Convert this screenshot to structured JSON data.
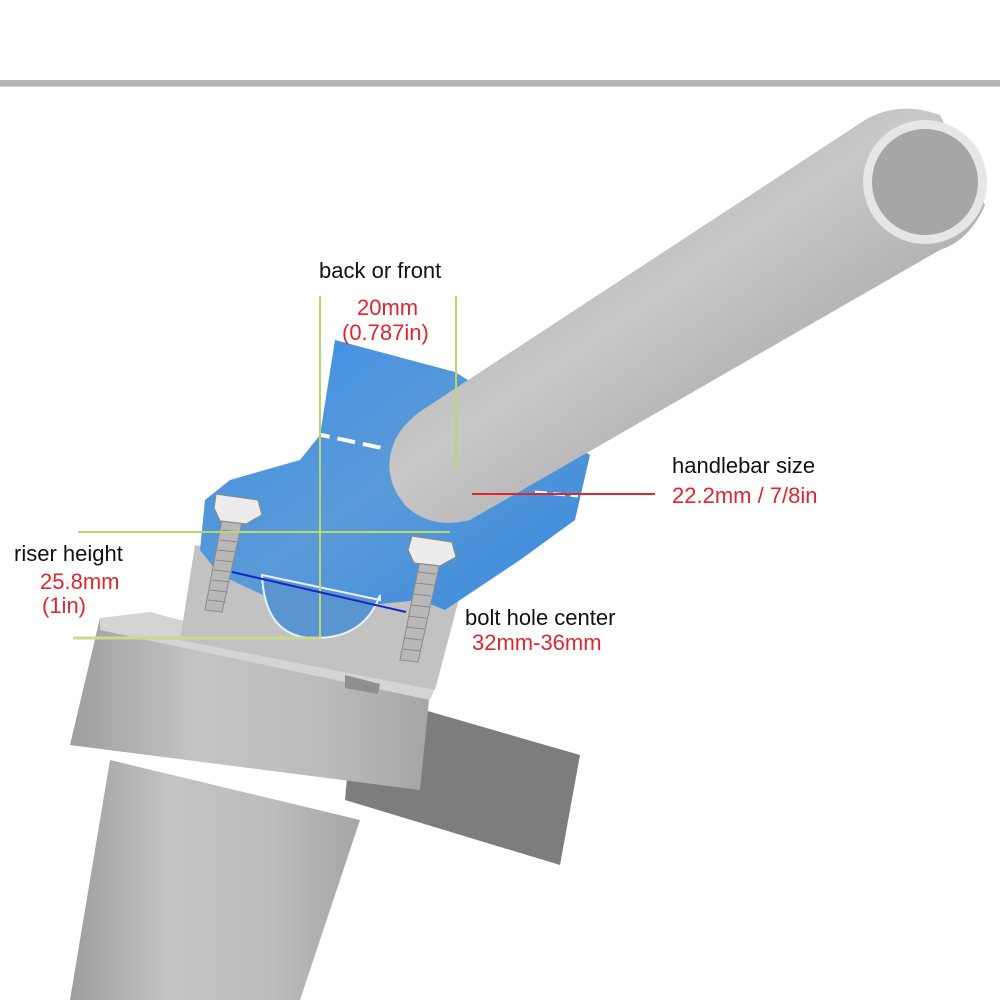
{
  "diagram": {
    "subject": "handlebar riser clamp",
    "colors": {
      "clamp_blue": "#4a90d9",
      "metal_gray": "#bdbdbd",
      "dark_gray": "#7a7a7a",
      "guide_green": "#b5d96a",
      "dimension_red": "#e0262c",
      "dimension_blue": "#1428c8",
      "label_black": "#111111",
      "label_red": "#e0262c",
      "divider": "#b4b4b4"
    },
    "labels": {
      "offset": {
        "title": "back or front",
        "value_mm": "20mm",
        "value_in": "(0.787in)"
      },
      "handlebar": {
        "title": "handlebar size",
        "value": "22.2mm / 7/8in"
      },
      "riser": {
        "title": "riser height",
        "value_mm": "25.8mm",
        "value_in": "(1in)"
      },
      "bolt": {
        "title": "bolt hole center",
        "value": "32mm-36mm"
      }
    }
  }
}
